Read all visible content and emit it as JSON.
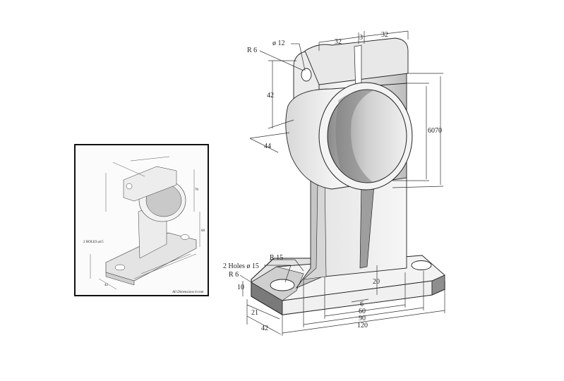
{
  "thumbnail": {
    "note": "All Dimensions in mm",
    "holes_label": "2 HOLES ø15"
  },
  "dimensions": {
    "r6_top": "R 6",
    "dia12": "ø 12",
    "w32_left": "32",
    "w3": "3",
    "w32_right": "32",
    "h42": "42",
    "d44": "44",
    "h60": "60",
    "h70": "70",
    "holes": "2 Holes ø 15",
    "r6_base": "R 6",
    "r15": "R 15",
    "h10": "10",
    "h20": "20",
    "w6": "6",
    "w60": "60",
    "w90": "90",
    "w120": "120",
    "w21": "21",
    "w42": "42"
  },
  "colors": {
    "fill_light": "#f2f2f2",
    "fill_mid": "#d9d9d9",
    "fill_dark": "#9a9a9a",
    "line": "#222222"
  }
}
